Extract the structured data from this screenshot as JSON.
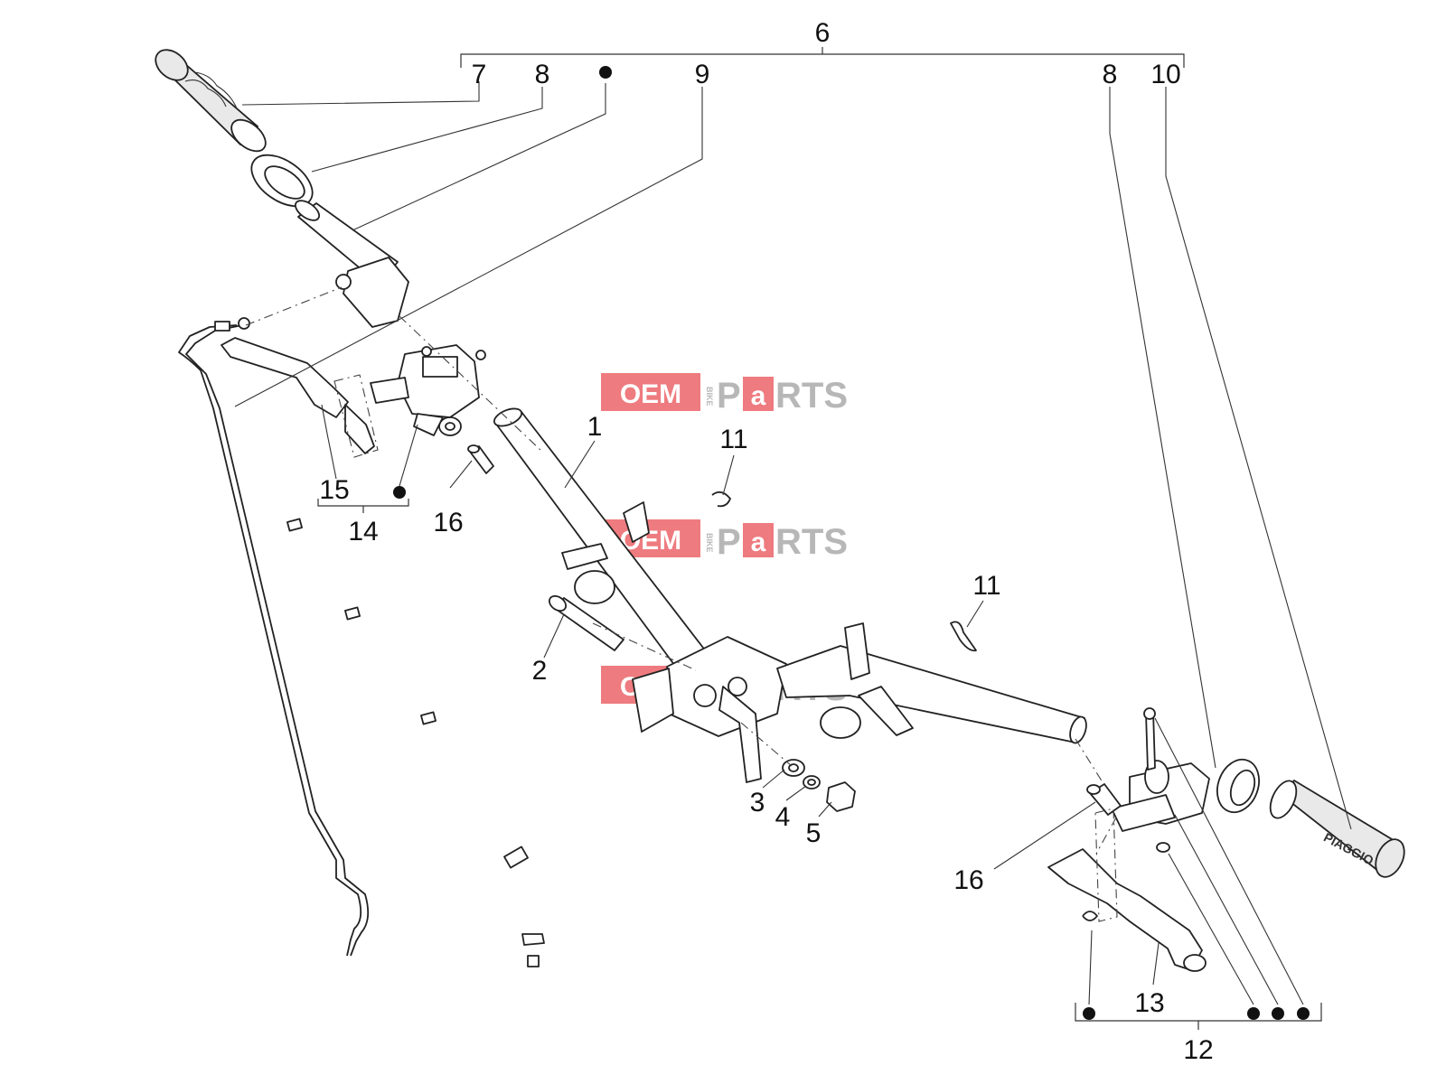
{
  "diagram": {
    "labels": {
      "l6": "6",
      "l7": "7",
      "l8a": "8",
      "l9": "9",
      "l8b": "8",
      "l10": "10",
      "l1": "1",
      "l11a": "11",
      "l11b": "11",
      "l15": "15",
      "l14": "14",
      "l16a": "16",
      "l2": "2",
      "l3": "3",
      "l4": "4",
      "l5": "5",
      "l16b": "16",
      "l13": "13",
      "l12": "12"
    },
    "watermark": {
      "oem": "OEM",
      "bike": "BIKE",
      "p": "P",
      "a": "a",
      "rts": "RTS"
    },
    "grip_brand": "PIAGGIO"
  },
  "colors": {
    "watermark_red": "#e8494f",
    "watermark_grey": "#9c9c9c",
    "line": "#222222"
  }
}
